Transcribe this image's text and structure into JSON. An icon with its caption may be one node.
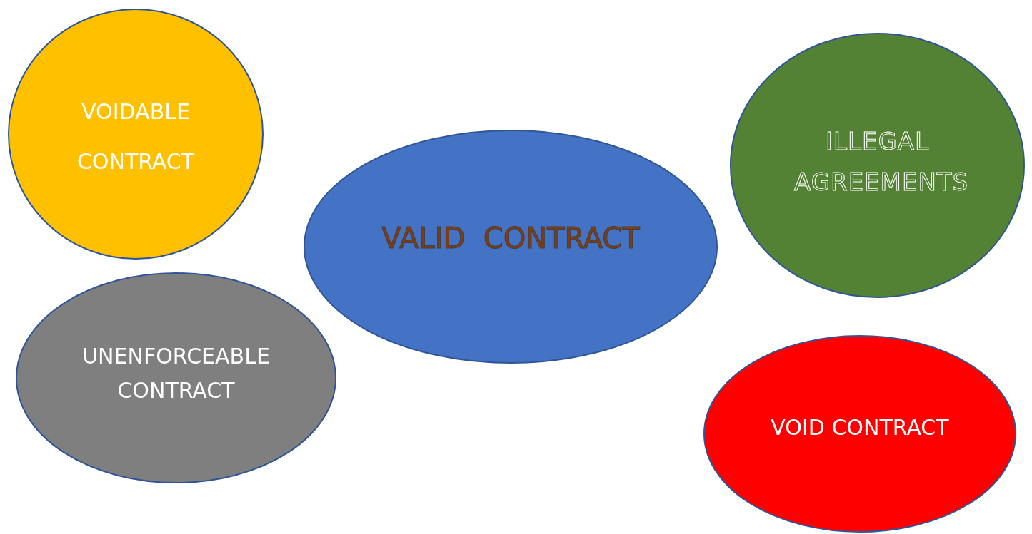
{
  "diagram": {
    "nodes": [
      {
        "text": [
          "VOIDABLE CONTRACT"
        ]
      },
      {
        "text": [
          "VALID  CONTRACT"
        ]
      },
      {
        "text": [
          "ILLEGAL AGREEMENTS"
        ]
      },
      {
        "text": [
          "UNENFORCEABLE CONTRACT"
        ]
      },
      {
        "text": [
          "VOID CONTRACT"
        ]
      }
    ]
  }
}
